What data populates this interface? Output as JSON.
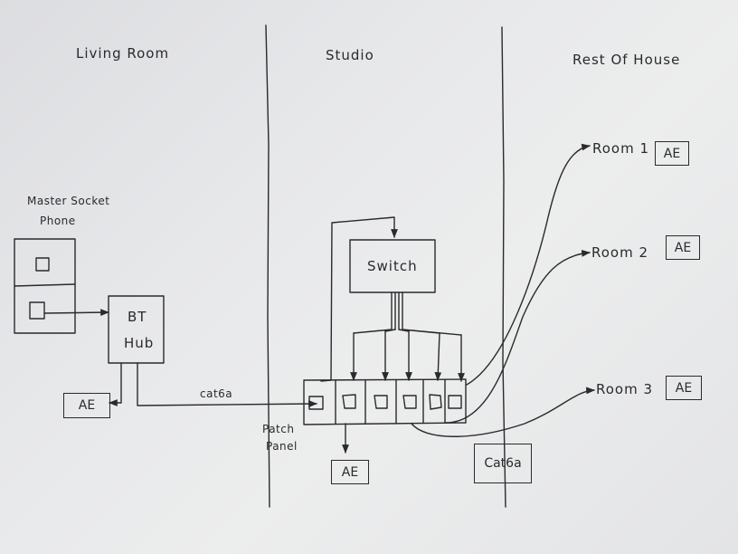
{
  "sections": {
    "living": "Living Room",
    "studio": "Studio",
    "rest": "Rest Of House"
  },
  "master_socket": {
    "line1": "Master Socket",
    "line2": "Phone"
  },
  "hub": {
    "line1": "BT",
    "line2": "Hub"
  },
  "switch": "Switch",
  "patch_panel": {
    "line1": "Patch",
    "line2": "Panel"
  },
  "cable_label": "cat6a",
  "cable_box": "Cat6a",
  "outlet": "AE",
  "rooms": [
    "Room 1",
    "Room 2",
    "Room 3"
  ]
}
